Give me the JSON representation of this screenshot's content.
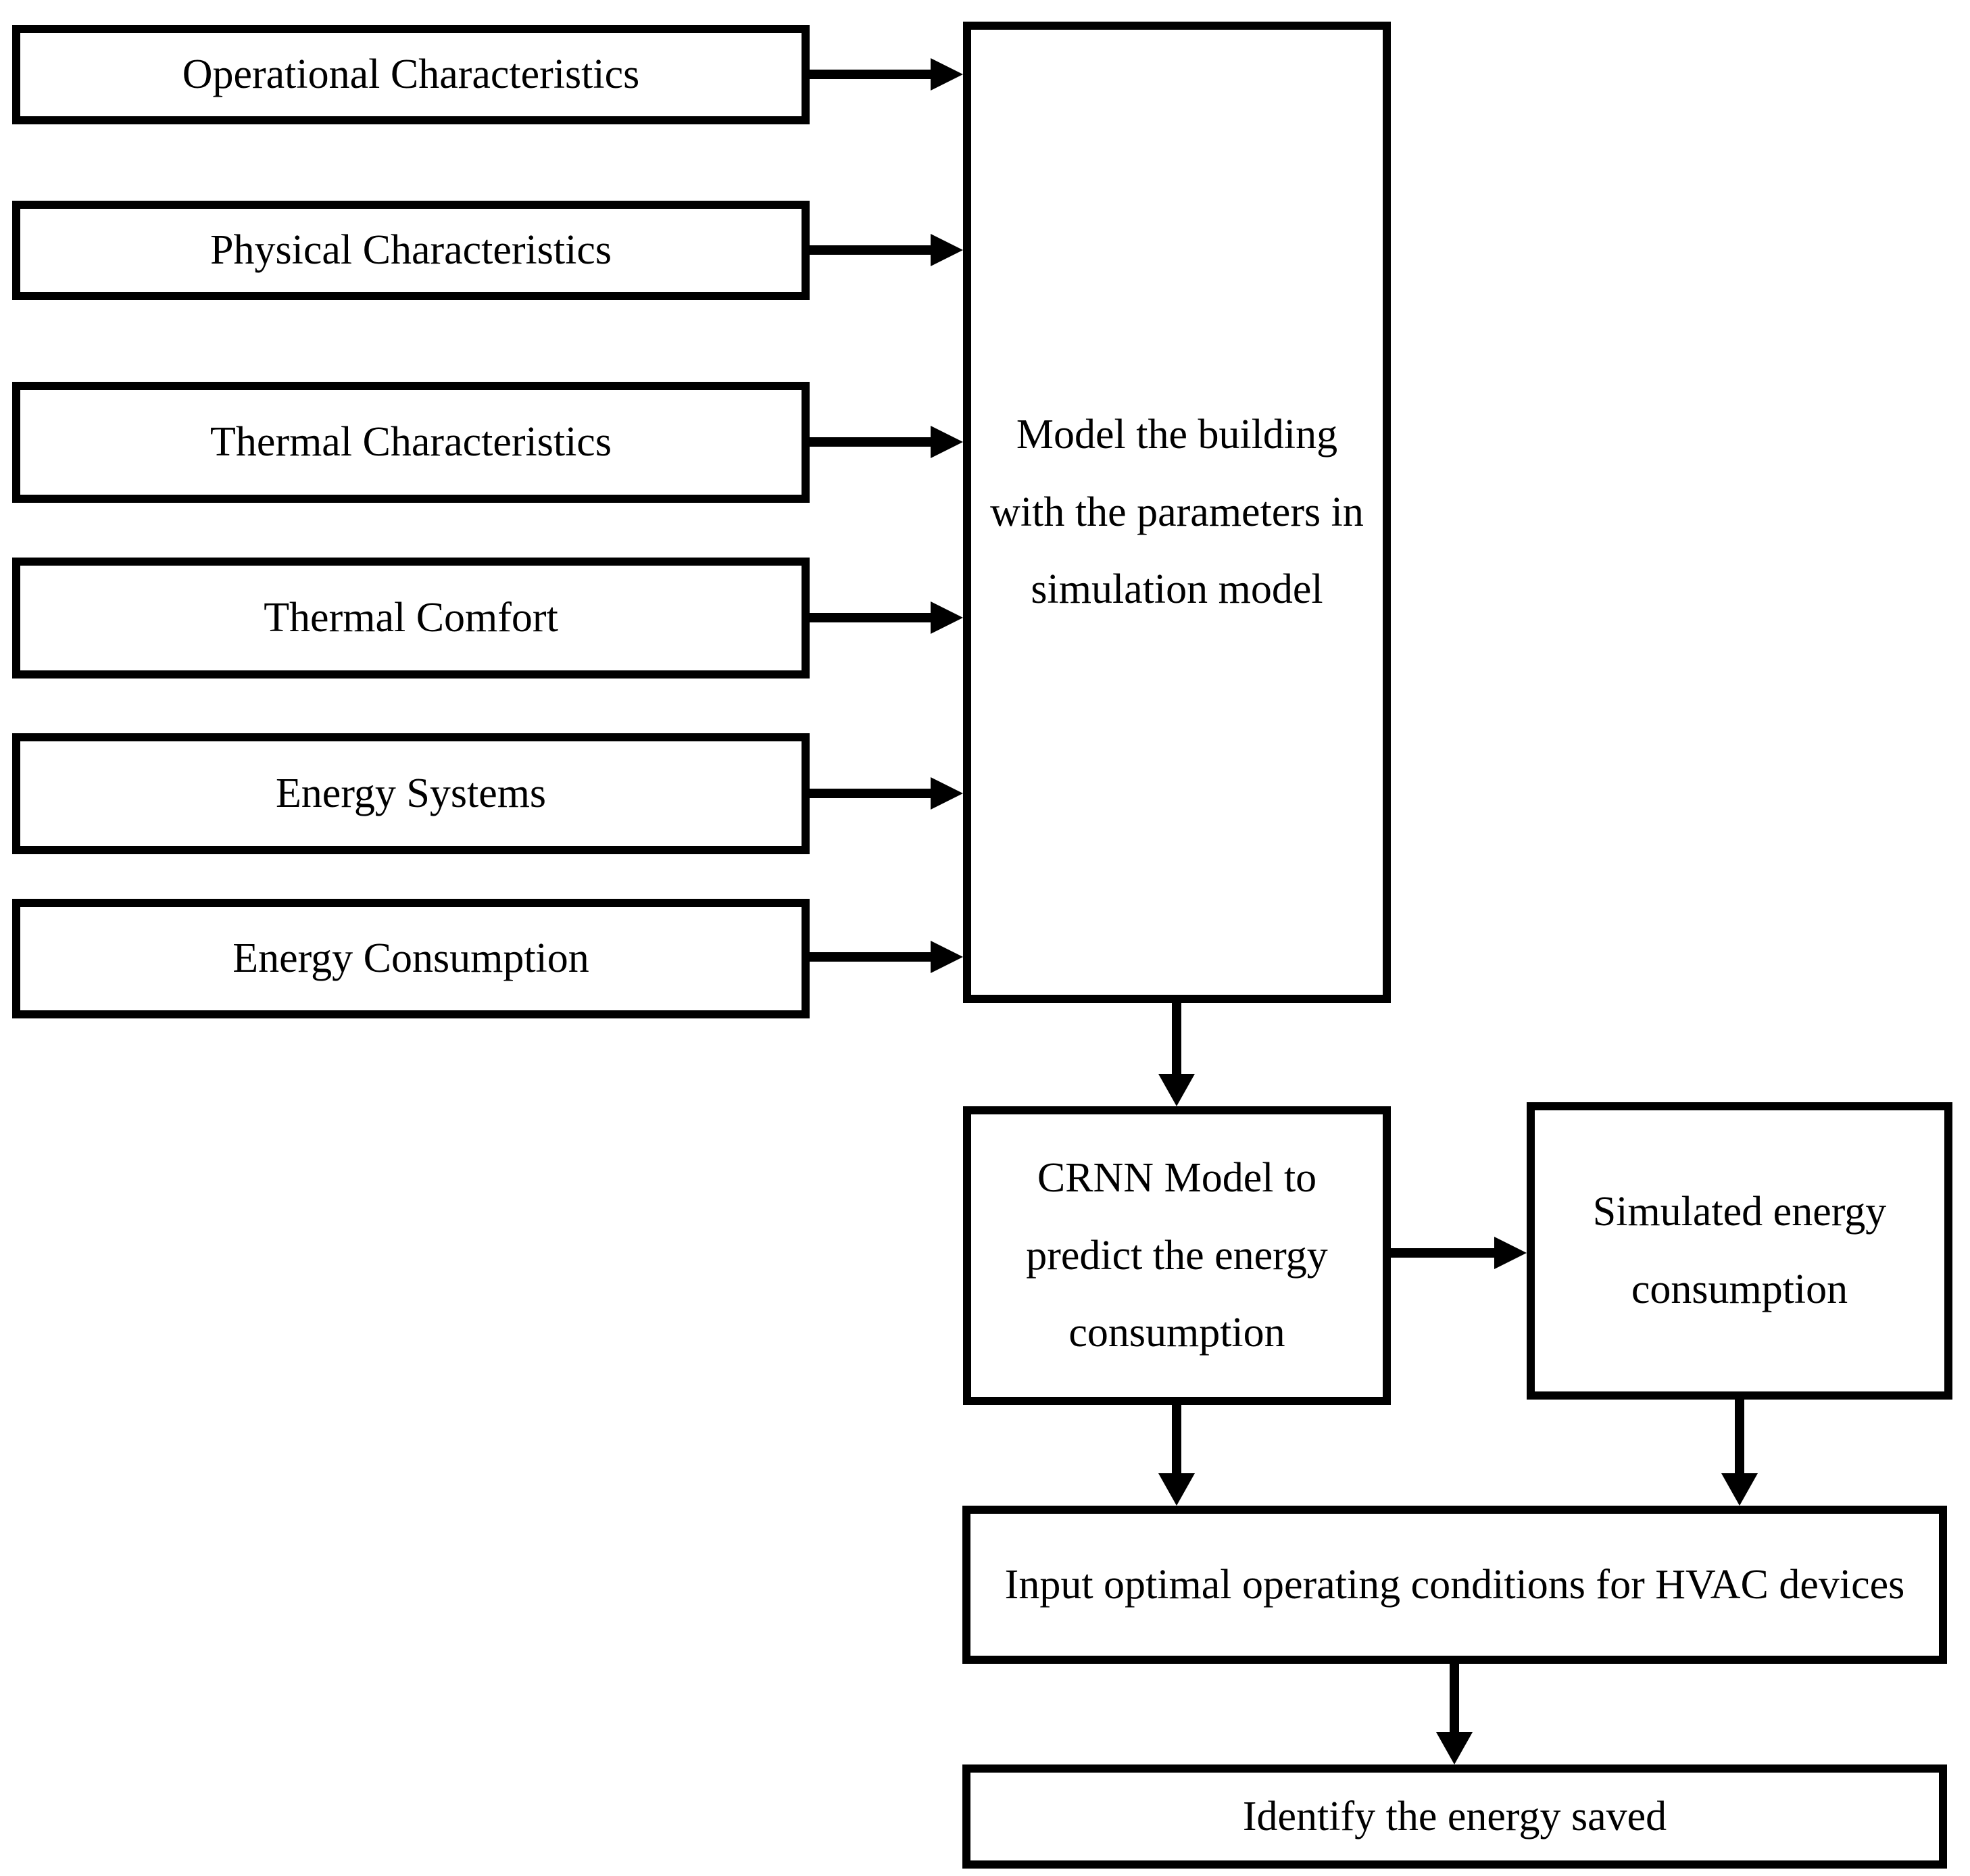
{
  "figure": {
    "background_color": "#ffffff",
    "stroke_color": "#000000",
    "input_boxes": [
      {
        "label": "Operational Characteristics"
      },
      {
        "label": "Physical Characteristics"
      },
      {
        "label": "Thermal Characteristics"
      },
      {
        "label": "Thermal Comfort"
      },
      {
        "label": "Energy Systems"
      },
      {
        "label": "Energy Consumption"
      }
    ],
    "model_box": {
      "label": "Model the building with the parameters in simulation model",
      "lines": [
        "Model the building",
        "with the parameters in",
        "simulation model"
      ]
    },
    "crnn_box": {
      "label": "CRNN Model to predict the energy consumption",
      "lines": [
        "CRNN Model to",
        "predict the energy",
        "consumption"
      ]
    },
    "simulated_box": {
      "label": "Simulated energy consumption",
      "lines": [
        "Simulated energy",
        "consumption"
      ]
    },
    "hvac_box": {
      "label": "Input optimal operating conditions for HVAC devices"
    },
    "identify_box": {
      "label": "Identify the energy saved"
    }
  }
}
